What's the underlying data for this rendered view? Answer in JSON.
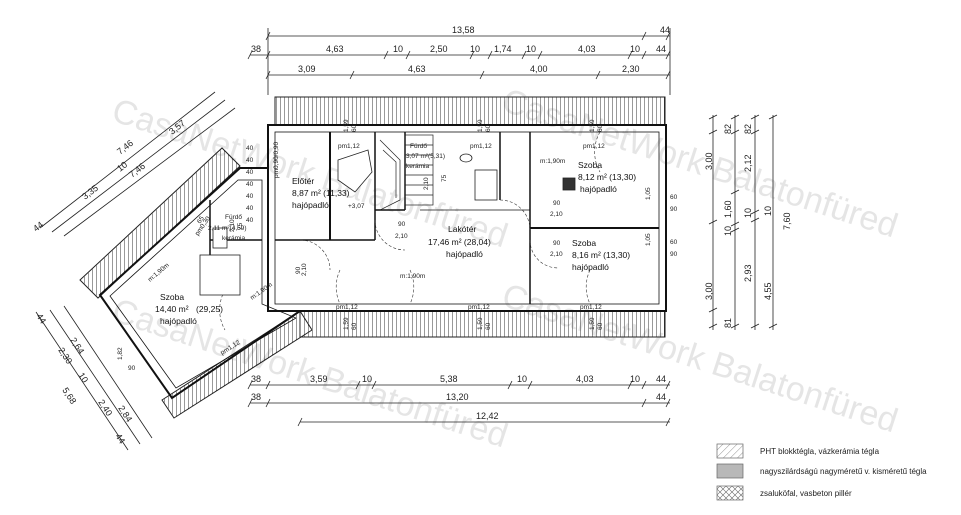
{
  "dims_top": {
    "overall": "13,58",
    "right_small": "44",
    "row1": [
      "38",
      "4,63",
      "10",
      "2,50",
      "10",
      "1,74",
      "10",
      "4,03",
      "10",
      "44"
    ],
    "row2": [
      "3,09",
      "4,63",
      "4,00",
      "2,30"
    ]
  },
  "dims_bottom": {
    "row1": [
      "38",
      "3,59",
      "10",
      "5,38",
      "10",
      "4,03",
      "10",
      "44"
    ],
    "row2": [
      "38",
      "13,20",
      "44"
    ],
    "row3": "12,42"
  },
  "dims_right": {
    "outer": [
      "82",
      "3,00",
      "81"
    ],
    "mid": [
      "82",
      "2,12",
      "10",
      "2,93",
      "4,55"
    ],
    "inner": [
      "1,60",
      "10"
    ],
    "total": "7,60"
  },
  "dims_left_upper": [
    "7,46",
    "3,57",
    "10",
    "3,35",
    "7,46",
    "44"
  ],
  "dims_left_lower": [
    "44",
    "2,64",
    "2,30",
    "10",
    "5,68",
    "2,40",
    "2,84",
    "44"
  ],
  "wall_marks": {
    "left_40s": [
      "40",
      "40",
      "40",
      "40",
      "40",
      "40",
      "40"
    ],
    "right_6090": [
      "60",
      "90",
      "60",
      "90"
    ]
  },
  "rooms": [
    {
      "name": "Előtér",
      "area": "8,87 m² (11,33)",
      "floor": "hajópadló"
    },
    {
      "name": "Fürdő",
      "area": "3,07 m²(5,31)",
      "floor": "kerámia"
    },
    {
      "name": "Szoba",
      "area": "8,12 m² (13,30)",
      "floor": "hajópadló"
    },
    {
      "name": "Lakótér",
      "area": "17,46 m² (28,04)",
      "floor": "hajópadló"
    },
    {
      "name": "Szoba",
      "area": "8,16 m² (13,30)",
      "floor": "hajópadló"
    },
    {
      "name": "Szoba",
      "area": "14,40 m²",
      "extra": "(29,25)",
      "floor": "hajópadló"
    },
    {
      "name": "Fürdő",
      "area": "2,11 m²(4,59)",
      "floor": "kerámia"
    }
  ],
  "annotations": {
    "pm112": "pm1,12",
    "m190": "m:1,90m",
    "level": "+3,07",
    "door_210": "2,10",
    "door_90": "90",
    "door_75": "75",
    "w159": "1,59",
    "w60": "60",
    "w105": "1,05",
    "pm090": "pm0,90/0,90",
    "pm030": "pm0,30",
    "sz65": "65",
    "w182": "1,82",
    "w90": "90"
  },
  "legend": [
    {
      "label": "PHT blokktégla, vázkerámia tégla",
      "pattern": "diag"
    },
    {
      "label": "nagyszilárdságú nagyméretű v. kisméretű tégla",
      "pattern": "grey"
    },
    {
      "label": "zsaluköfal, vasbeton pillér",
      "pattern": "cross"
    }
  ],
  "watermark": "CasaNetWork Balatonfüred"
}
